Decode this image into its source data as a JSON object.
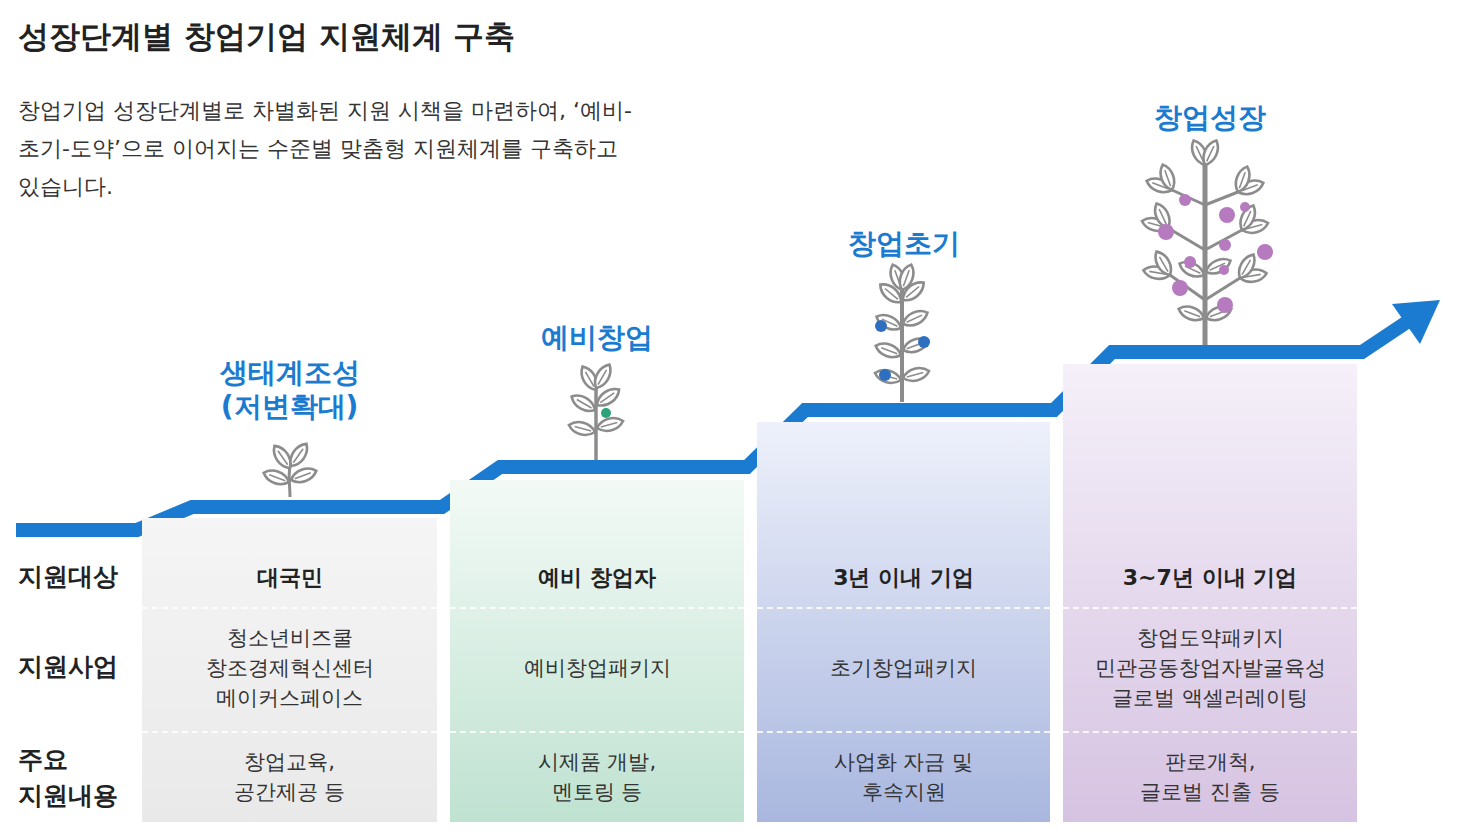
{
  "diagram": {
    "title": "성장단계별 창업기업 지원체계 구축",
    "nodes": [
      {
        "text": [
          "생태계조성 (저변확대)",
          "대국민",
          "청소년비즈쿨 창조경제혁신센터 메이커스페이스",
          "창업교육, 공간제공 등"
        ]
      },
      {
        "text": [
          "예비창업",
          "예비 창업자",
          "예비창업패키지",
          "시제품 개발, 멘토링 등"
        ]
      },
      {
        "text": [
          "창업초기",
          "3년 이내 기업",
          "초기창업패키지",
          "사업화 자금 및 후속지원"
        ]
      },
      {
        "text": [
          "창업성장",
          "3~7년 이내 기업",
          "창업도약패키지 민관공동창업자발굴육성 글로벌 액셀러레이팅",
          "판로개척, 글로벌 진출 등"
        ]
      }
    ],
    "labels": [
      "창업기업 성장단계별로 차별화된 지원 시책을 마련하여, ‘예비-초기-도약’으로 이어지는 수준별 맞춤형 지원체계를 구축하고 있습니다.",
      "지원대상",
      "지원사업",
      "주요 지원내용"
    ]
  }
}
